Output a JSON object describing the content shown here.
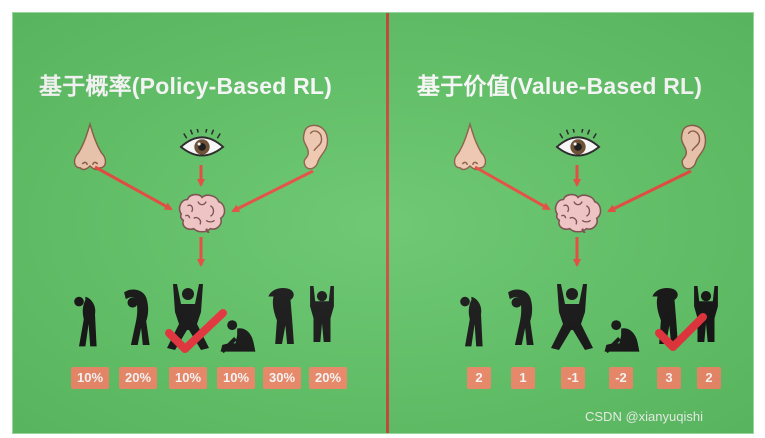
{
  "left_panel": {
    "title": "基于概率(Policy-Based RL)",
    "action_labels": [
      "10%",
      "20%",
      "10%",
      "10%",
      "30%",
      "20%"
    ],
    "selected_index": 2
  },
  "right_panel": {
    "title": "基于价值(Value-Based RL)",
    "action_labels": [
      "2",
      "1",
      "-1",
      "-2",
      "3",
      "2"
    ],
    "selected_index": 4
  },
  "watermark": "CSDN @xianyuqishi",
  "icons": [
    "nose-icon",
    "eye-icon",
    "ear-icon",
    "brain-icon",
    "stretching-person-icon",
    "check-mark-icon"
  ],
  "colors": {
    "background": "#5fc365",
    "arrow": "#e8463a",
    "badge": "#f08a68",
    "check": "#e8303a",
    "divider": "#c5493a"
  }
}
